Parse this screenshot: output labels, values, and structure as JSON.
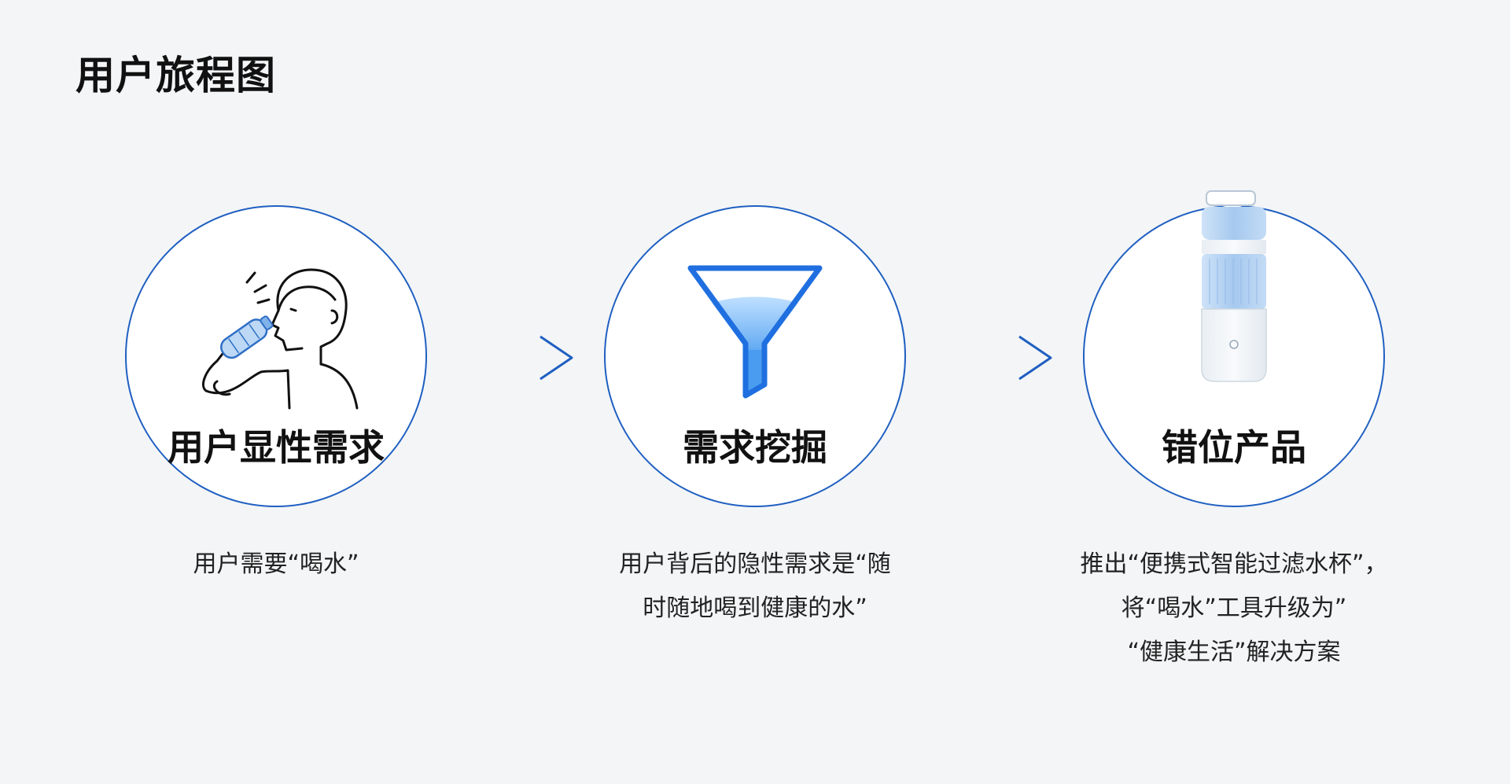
{
  "page": {
    "title": "用户旅程图"
  },
  "steps": [
    {
      "title": "用户显性需求",
      "icon": "person-drinking-water-icon",
      "description": [
        "用户需要“喝水”"
      ]
    },
    {
      "title": "需求挖掘",
      "icon": "funnel-icon",
      "description": [
        "用户背后的隐性需求是“随",
        "时随地喝到健康的水”"
      ]
    },
    {
      "title": "错位产品",
      "icon": "water-bottle-icon",
      "description": [
        "推出“便携式智能过滤水杯”，",
        "将“喝水”工具升级为”",
        "“健康生活”解决方案"
      ]
    }
  ],
  "colors": {
    "accent": "#1f5fc1",
    "light_blue": "#5aa4ec",
    "bottle_blue": "#9cc4ee",
    "background": "#f3f5f7"
  }
}
